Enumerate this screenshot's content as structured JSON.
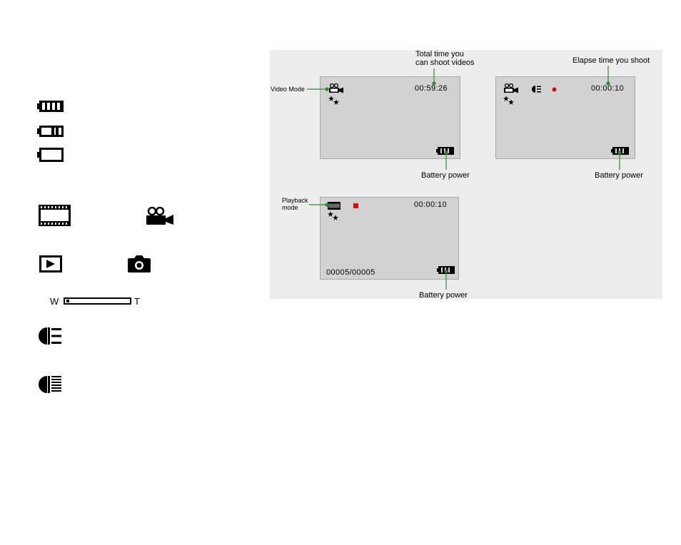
{
  "legend": {
    "icons": [
      "battery-full-icon",
      "battery-half-icon",
      "battery-empty-icon",
      "film-strip-icon",
      "video-camera-icon",
      "playback-icon",
      "camera-icon",
      "led-light-low-icon",
      "led-light-high-icon"
    ],
    "zoom_wide_label": "W",
    "zoom_tele_label": "T",
    "zoom_level": 0.05
  },
  "video_mode_screen": {
    "callout_mode": "Video Mode",
    "callout_total_time_line1": "Total time you",
    "callout_total_time_line2": "can shoot videos",
    "time_remaining": "00:59:26",
    "callout_battery": "Battery power"
  },
  "recording_screen": {
    "callout_elapse": "Elapse time you shoot",
    "elapsed_time": "00:00:10",
    "callout_battery": "Battery power",
    "record_dot_color": "#cc1111"
  },
  "playback_screen": {
    "callout_mode_line1": "Playback",
    "callout_mode_line2": "mode",
    "time": "00:00:10",
    "file_counter": "00005/00005",
    "callout_battery": "Battery power",
    "stop_square_color": "#cc1111"
  },
  "colors": {
    "callout_line": "#2d8a2d",
    "screen_bg": "#d2d2d2",
    "panel_bg": "#ededed"
  }
}
